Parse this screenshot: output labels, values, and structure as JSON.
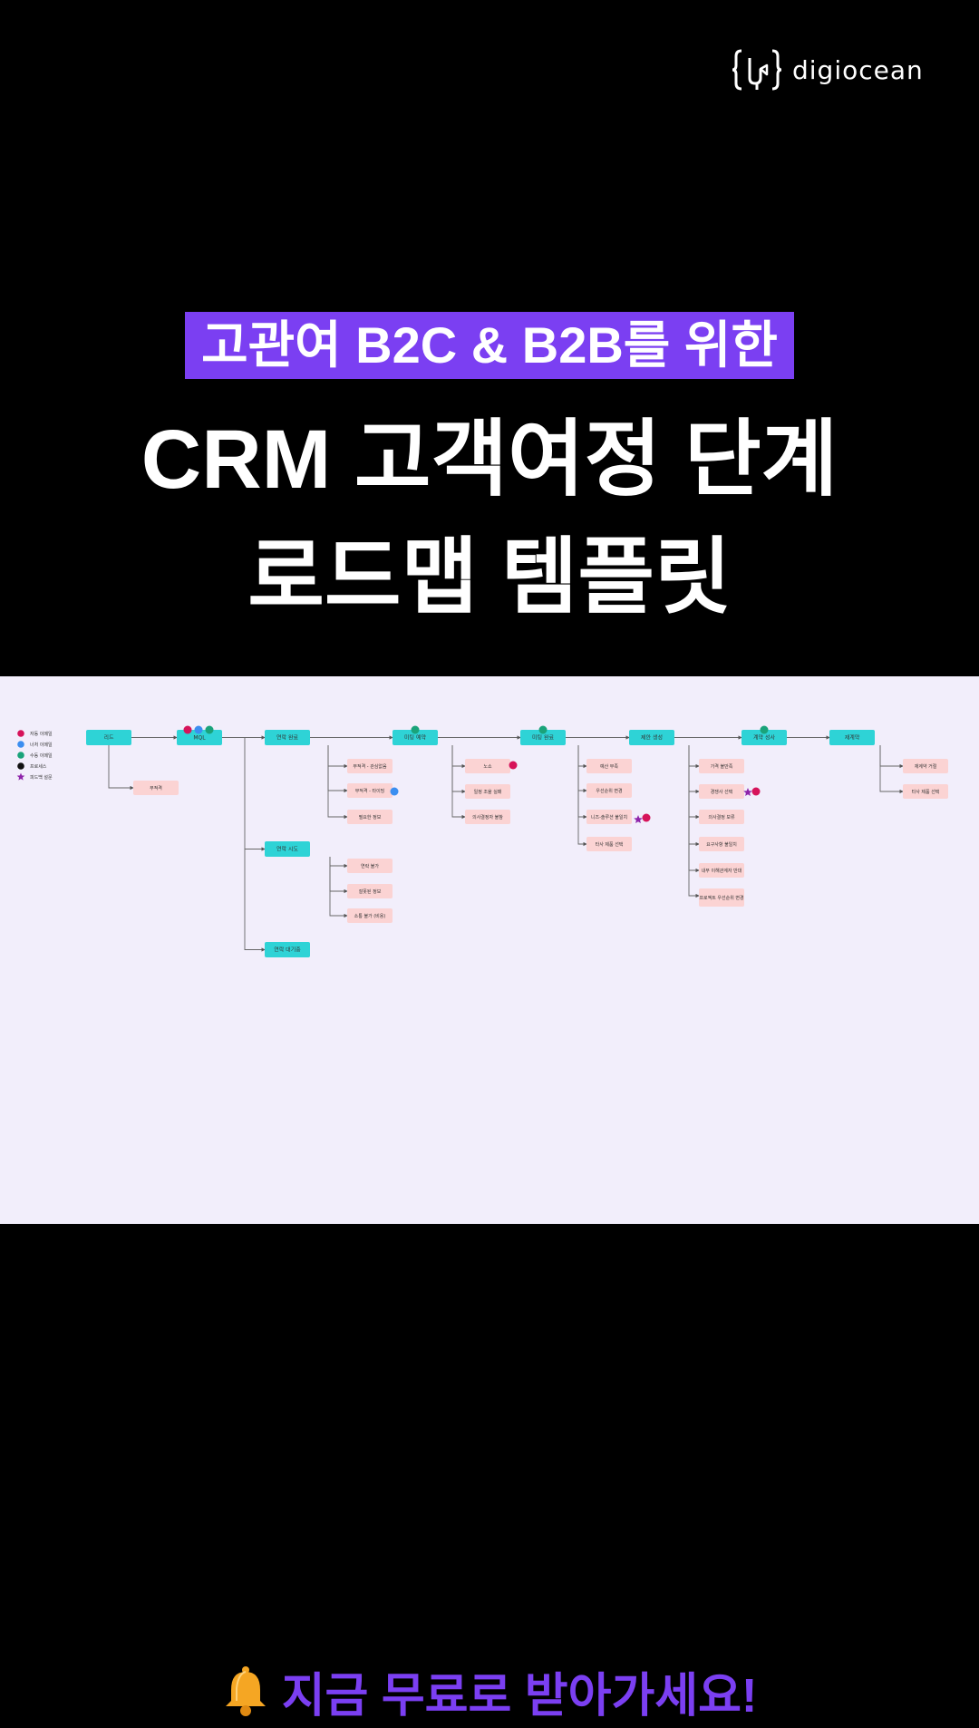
{
  "brand": {
    "name": "digiocean"
  },
  "hero": {
    "subtitle": "고관여 B2C & B2B를 위한",
    "title_line1": "CRM 고객여정 단계",
    "title_line2": "로드맵 템플릿"
  },
  "cta": {
    "text": "지금 무료로 받아가세요!",
    "icon": "bell-icon"
  },
  "colors": {
    "accent": "#7b3ff2",
    "stage": "#2ed3d6",
    "task": "#fbd3d3",
    "auto_email": "#d6135a",
    "nurture_email": "#3b8ef0",
    "manual_email": "#1aa37a",
    "process": "#111111",
    "feedback": "#8e24aa",
    "light_bg": "#f2eefb"
  },
  "diagram": {
    "legend": [
      {
        "label": "자동 이메일",
        "kind": "circle",
        "color": "#d6135a"
      },
      {
        "label": "너처 이메일",
        "kind": "circle",
        "color": "#3b8ef0"
      },
      {
        "label": "수동 이메일",
        "kind": "circle",
        "color": "#1aa37a"
      },
      {
        "label": "프로세스",
        "kind": "circle",
        "color": "#111111"
      },
      {
        "label": "피드백 설문",
        "kind": "star",
        "color": "#8e24aa"
      }
    ],
    "stages": [
      {
        "id": "lead",
        "label": "리드"
      },
      {
        "id": "mql",
        "label": "MQL"
      },
      {
        "id": "contact_done",
        "label": "연락 완료"
      },
      {
        "id": "contact_try",
        "label": "연락 시도"
      },
      {
        "id": "contact_wait",
        "label": "연락 대기중"
      },
      {
        "id": "meeting_book",
        "label": "미팅 예약"
      },
      {
        "id": "meeting_done",
        "label": "미팅 완료"
      },
      {
        "id": "proposal",
        "label": "제안 생성"
      },
      {
        "id": "contract_sent",
        "label": "계약 성사"
      },
      {
        "id": "renewal",
        "label": "재계약"
      }
    ],
    "tasks": [
      {
        "id": "t_unqualified",
        "label": "부적격"
      },
      {
        "id": "t_no_interest",
        "label": "부적격 - 관심없음"
      },
      {
        "id": "t_no_fit",
        "label": "부적격 - 타이밍"
      },
      {
        "id": "t_info_needed",
        "label": "필요한 정보"
      },
      {
        "id": "t_no_contact",
        "label": "연락 불가"
      },
      {
        "id": "t_wrong_info",
        "label": "잘못된 정보"
      },
      {
        "id": "t_no_comm",
        "label": "소통 불가 (비용)"
      },
      {
        "id": "t_noshow",
        "label": "노쇼"
      },
      {
        "id": "t_schedule_fail",
        "label": "일정 조율 실패"
      },
      {
        "id": "t_decision_maker",
        "label": "의사결정자 불참"
      },
      {
        "id": "t_budget",
        "label": "예산 부족"
      },
      {
        "id": "t_priority",
        "label": "우선순위 변경"
      },
      {
        "id": "t_needs_mismatch",
        "label": "니즈-솔루션 불일치"
      },
      {
        "id": "t_other_product",
        "label": "타사 제품 선택"
      },
      {
        "id": "t_price",
        "label": "가격 불만족"
      },
      {
        "id": "t_competitor",
        "label": "경쟁사 선택"
      },
      {
        "id": "t_decision_hold",
        "label": "의사결정 보류"
      },
      {
        "id": "t_req_mismatch",
        "label": "요구사항 불일치"
      },
      {
        "id": "t_internal",
        "label": "내부 이해관계자 반대"
      },
      {
        "id": "t_project_change",
        "label": "프로젝트 우선순위 변경"
      },
      {
        "id": "t_renew_reject",
        "label": "재계약 거절"
      },
      {
        "id": "t_renew_other",
        "label": "타사 제품 선택"
      }
    ]
  }
}
